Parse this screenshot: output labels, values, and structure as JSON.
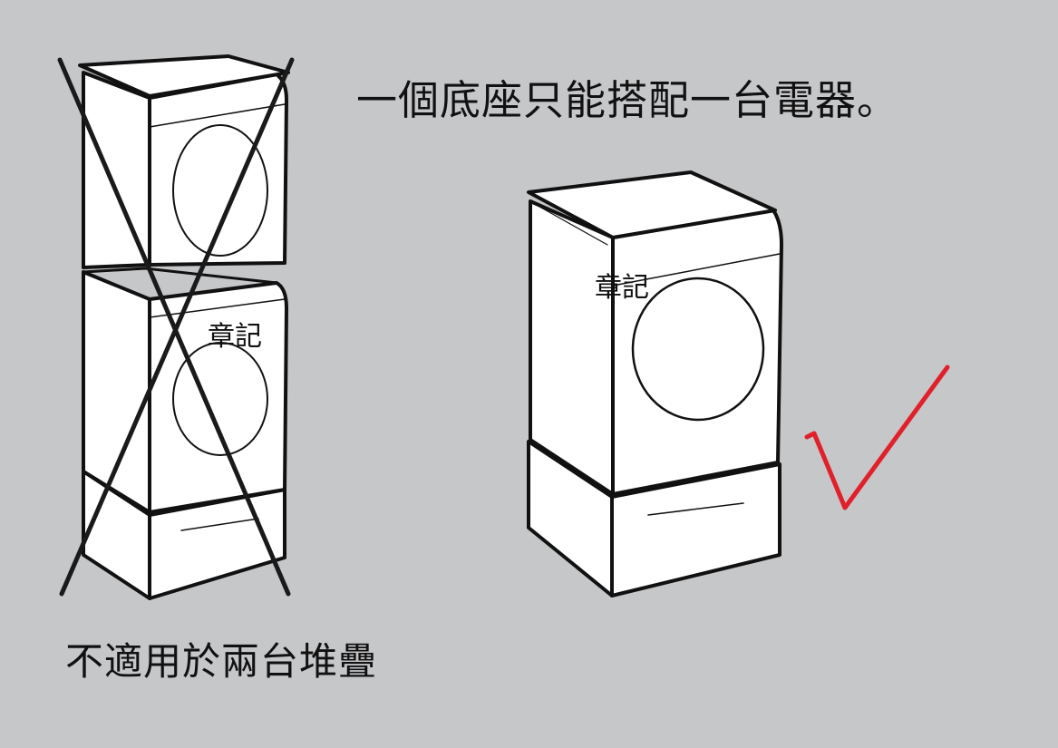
{
  "title": "一個底座只能搭配一台電器。",
  "incorrect_caption": "不適用於兩台堆疊",
  "watermark_left": "章記",
  "watermark_right": "章記",
  "colors": {
    "background": "#c6c7c9",
    "check": "#e0202a",
    "line": "#111111"
  },
  "icons": [
    "cross-mark-icon",
    "check-mark-icon"
  ]
}
